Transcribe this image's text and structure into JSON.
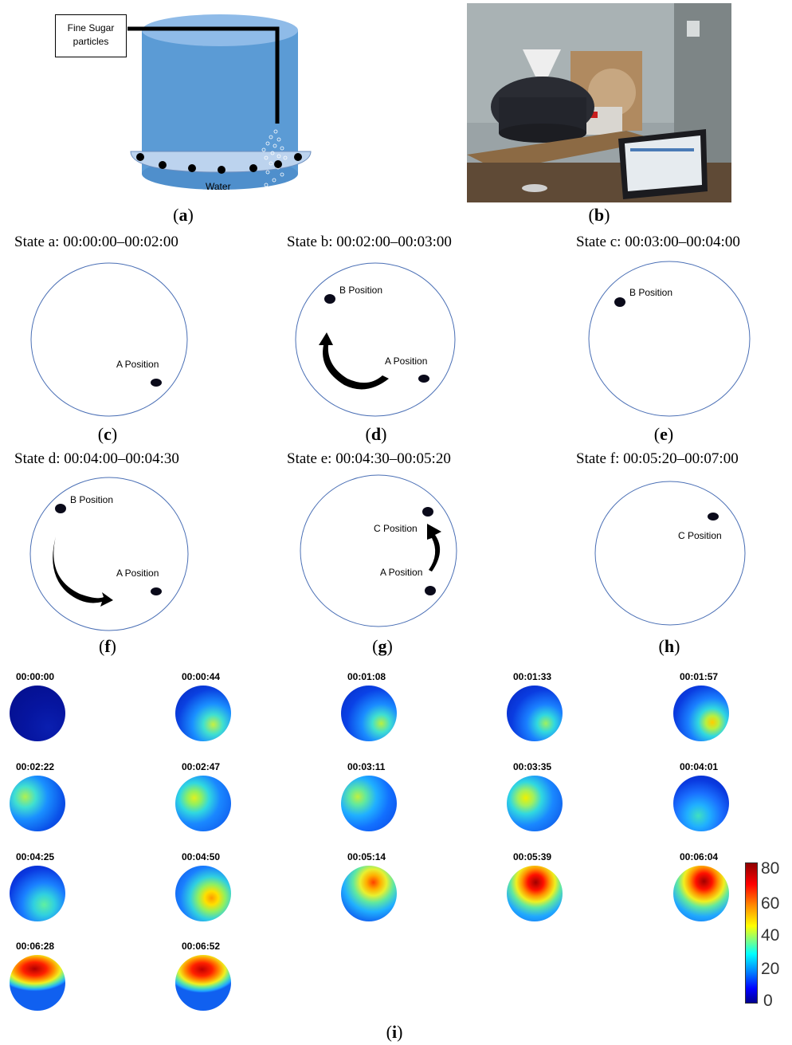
{
  "panel_a": {
    "box_label_line1": "Fine Sugar",
    "box_label_line2": "particles",
    "water_label": "Water",
    "caption": "a"
  },
  "panel_b": {
    "caption": "b"
  },
  "states": [
    {
      "title": "State a: 00:00:00–00:02:00",
      "caption": "c"
    },
    {
      "title": "State b: 00:02:00–00:03:00",
      "caption": "d"
    },
    {
      "title": "State c: 00:03:00–00:04:00",
      "caption": "e"
    },
    {
      "title": "State d: 00:04:00–00:04:30",
      "caption": "f"
    },
    {
      "title": "State e: 00:04:30–00:05:20",
      "caption": "g"
    },
    {
      "title": "State f: 00:05:20–00:07:00",
      "caption": "h"
    }
  ],
  "positions": {
    "a": "A Position",
    "b": "B Position",
    "c": "C Position"
  },
  "heatmaps": {
    "times": [
      "00:00:00",
      "00:00:44",
      "00:01:08",
      "00:01:33",
      "00:01:57",
      "00:02:22",
      "00:02:47",
      "00:03:11",
      "00:03:35",
      "00:04:01",
      "00:04:25",
      "00:04:50",
      "00:05:14",
      "00:05:39",
      "00:06:04",
      "00:06:28",
      "00:06:52"
    ],
    "colorbar_ticks": [
      "80",
      "60",
      "40",
      "20",
      "0"
    ],
    "caption": "i"
  },
  "colors": {
    "tank_blue": "#5b9bd5",
    "circle_stroke": "#4a6fb5",
    "heat_low": "#00008f",
    "heat_high": "#8f0000"
  }
}
